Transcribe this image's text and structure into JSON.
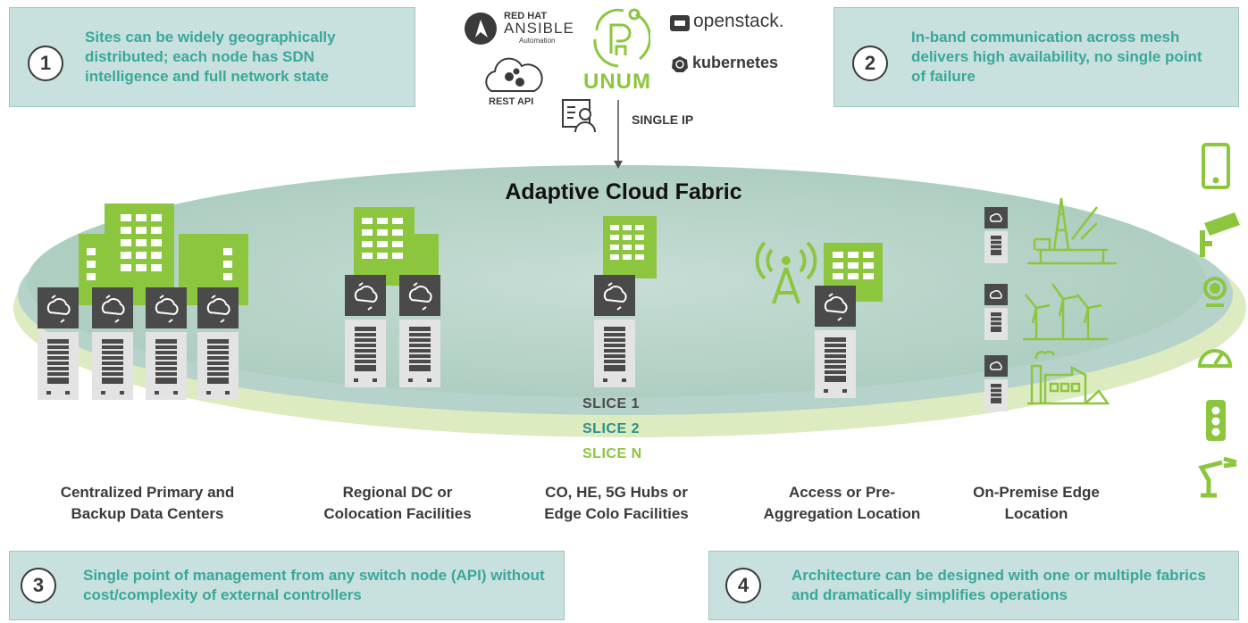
{
  "callouts": [
    {
      "number": "1",
      "text": "Sites can be widely geographically distributed; each node has SDN intelligence and full network state"
    },
    {
      "number": "2",
      "text": "In-band communication across mesh delivers high availability, no single point of failure"
    },
    {
      "number": "3",
      "text": "Single point of management from any switch node (API) without cost/complexity of external controllers"
    },
    {
      "number": "4",
      "text": "Architecture can be designed with one or multiple fabrics and dramatically simplifies operations"
    }
  ],
  "integrations": {
    "redhat_line1": "RED HAT",
    "redhat_line2": "ANSIBLE",
    "redhat_line3": "Automation",
    "openstack": "openstack.",
    "kubernetes": "kubernetes",
    "rest_api": "REST API",
    "unum": "UNUM",
    "single_ip": "SINGLE IP"
  },
  "fabric_title": "Adaptive Cloud Fabric",
  "slices": {
    "slice1": "SLICE 1",
    "slice2": "SLICE 2",
    "sliceN": "SLICE N"
  },
  "sites": [
    {
      "line1": "Centralized Primary and",
      "line2": "Backup Data Centers"
    },
    {
      "line1": "Regional DC or",
      "line2": "Colocation Facilities"
    },
    {
      "line1": "CO, HE, 5G Hubs or",
      "line2": "Edge Colo Facilities"
    },
    {
      "line1": "Access or Pre-",
      "line2": "Aggregation Location"
    },
    {
      "line1": "On-Premise Edge",
      "line2": "Location"
    }
  ],
  "colors": {
    "green": "#8cc63f",
    "teal": "#2b8f8a",
    "dark": "#4a4a4a",
    "callout_bg": "#c9e1de"
  },
  "device_icons": [
    "smartphone-icon",
    "security-camera-icon",
    "webcam-icon",
    "gauge-icon",
    "traffic-light-icon",
    "robot-arm-icon"
  ]
}
